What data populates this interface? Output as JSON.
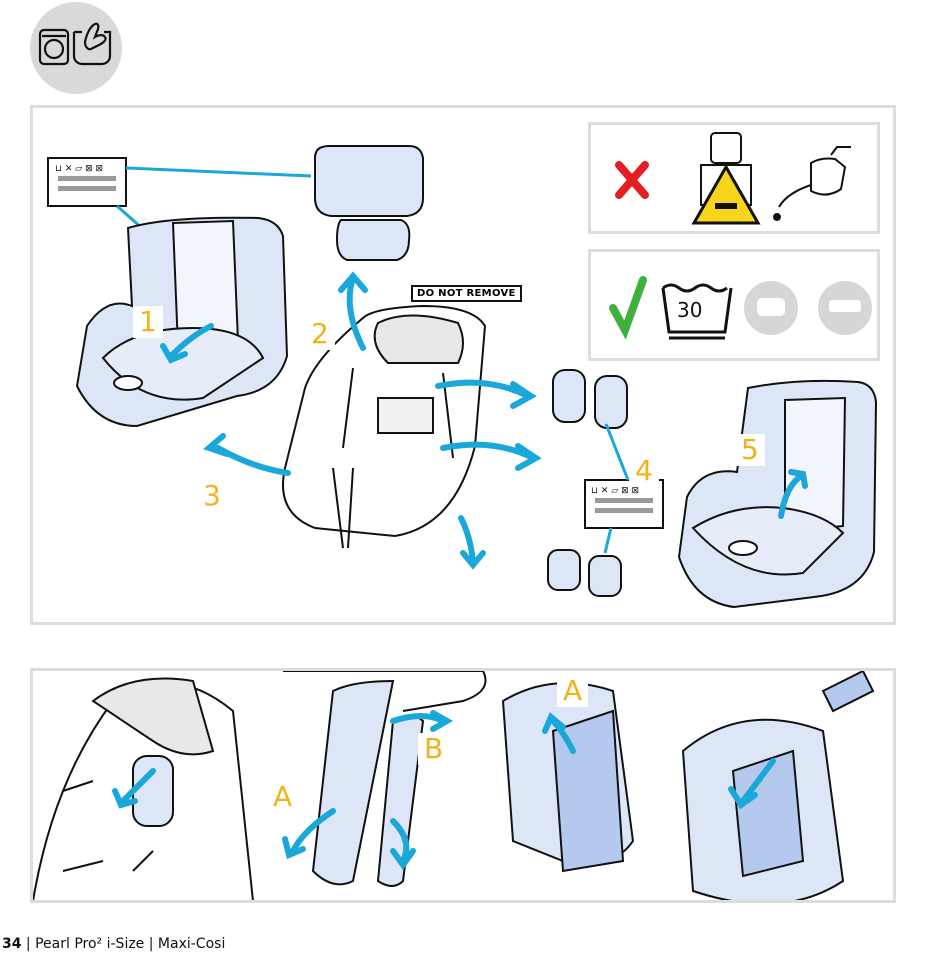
{
  "labels": {
    "do_not_remove": "DO NOT REMOVE",
    "wash_temp": "30",
    "step1": "1",
    "step2": "2",
    "step3": "3",
    "step4": "4",
    "step5": "5",
    "sub_a1": "A",
    "sub_b": "B",
    "sub_a2": "A"
  },
  "footer": {
    "page_number": "34",
    "sep1": " | ",
    "product": "Pearl Pro² i-Size",
    "sep2": " | ",
    "brand": "Maxi-Cosi"
  },
  "colors": {
    "arrow": "#1aa7d9",
    "step_number": "#f2b21a",
    "seat_fill": "#dde6f7",
    "forbidden": "#e31e24",
    "allowed": "#3db13b",
    "frame": "#dcdcdc"
  },
  "icons": [
    "washing-machine-icon",
    "hand-wash-icon",
    "forbidden-cross-icon",
    "corrosive-warning-icon",
    "oil-can-icon",
    "check-icon",
    "wash-30-icon",
    "sponge-icon",
    "brush-icon"
  ]
}
